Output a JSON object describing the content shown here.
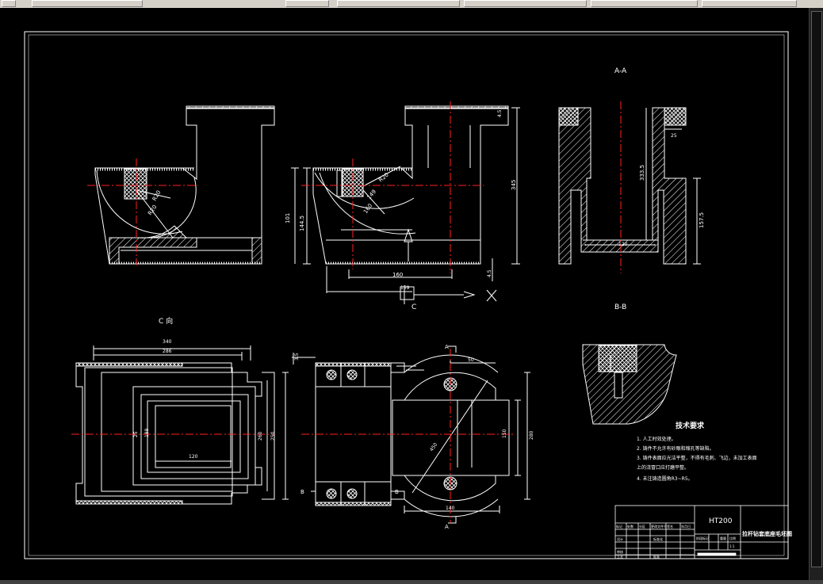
{
  "views": {
    "section_aa": "A-A",
    "section_bb": "B-B",
    "view_c": "C 向",
    "arrow_c": "C",
    "cut_a_top": "A",
    "cut_a_bottom": "A",
    "cut_b_left": "B",
    "cut_b_right": "B"
  },
  "dims": {
    "d_149": "149",
    "d_160a": "160",
    "d_160b": "160",
    "d_101": "101",
    "d_144": "144.5",
    "d_345": "345",
    "d_4_5": "4.5",
    "d_159": "159",
    "d_r20a": "R20",
    "d_r20b": "R20",
    "d_333": "333.5",
    "d_120a": "120",
    "d_157": "157.5",
    "d_25": "25",
    "d_340": "340",
    "d_286": "286",
    "d_120b": "120",
    "d_260": "260",
    "d_250": "250",
    "d_188": "188",
    "d_280": "280",
    "d_3_5": "3.5",
    "d_50": "50",
    "d_150": "150",
    "d_140": "140",
    "d_450": "450"
  },
  "notes": {
    "title": "技术要求",
    "items": [
      "1. 人工时效处理。",
      "2. 铸件不允许有砂眼和缩孔等缺陷。",
      "3. 铸件表面应光洁平整，不得有毛刺、飞边，未加工表面",
      "上的浇冒口应打磨平整。",
      "4. 未注铸造圆角R3~R5。"
    ]
  },
  "title_block": {
    "material": "HT200",
    "drawing_name": "拉杆钻套底座毛坯图",
    "row_labels": [
      "标记",
      "处数",
      "分区",
      "更改文件号",
      "签名",
      "年月日"
    ],
    "stage_labels": [
      "阶段标记",
      "重量",
      "比例"
    ],
    "scale": "1:1",
    "designer": "设计",
    "checker": "审核",
    "process": "工艺",
    "approve": "批准",
    "standard": "标准化"
  },
  "colors": {
    "line": "#ffffff",
    "center": "#ff2020",
    "dim": "#ffffff",
    "hatch": "#ffffff"
  }
}
